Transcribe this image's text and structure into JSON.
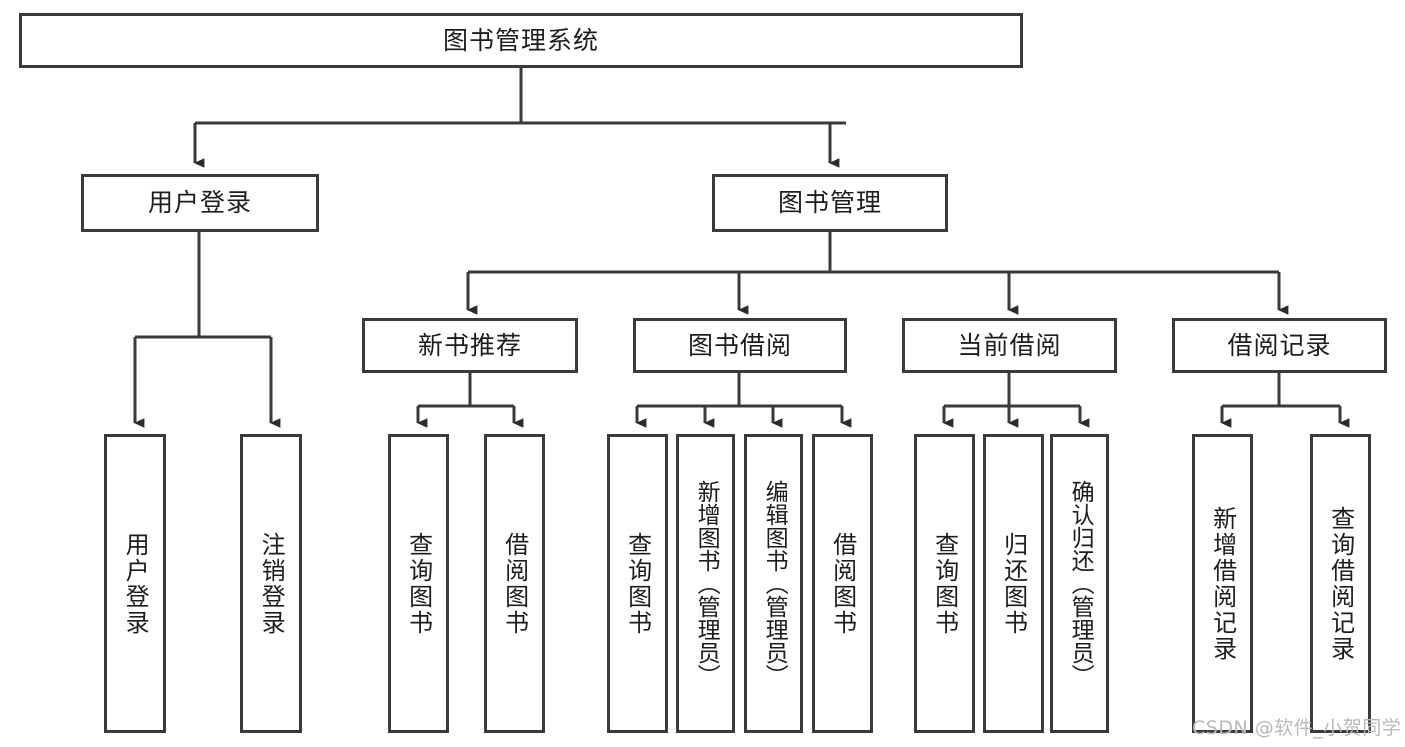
{
  "diagram": {
    "title_node": {
      "label": "图书管理系统"
    },
    "level2": [
      {
        "id": "user-login",
        "label": "用户登录"
      },
      {
        "id": "book-management",
        "label": "图书管理"
      }
    ],
    "level3": [
      {
        "id": "new-book-recommend",
        "label": "新书推荐"
      },
      {
        "id": "book-borrow",
        "label": "图书借阅"
      },
      {
        "id": "current-borrow",
        "label": "当前借阅"
      },
      {
        "id": "borrow-record",
        "label": "借阅记录"
      }
    ],
    "leaves": {
      "user_login": [
        {
          "id": "leaf-user-login",
          "label": "用户登录"
        },
        {
          "id": "leaf-logout-login",
          "label": "注销登录"
        }
      ],
      "new_book_recommend": [
        {
          "id": "leaf-query-book-1",
          "label": "查询图书"
        },
        {
          "id": "leaf-borrow-book-1",
          "label": "借阅图书"
        }
      ],
      "book_borrow": [
        {
          "id": "leaf-query-book-2",
          "label": "查询图书"
        },
        {
          "id": "leaf-add-book",
          "label": "新增图书（管理员）"
        },
        {
          "id": "leaf-edit-book",
          "label": "编辑图书（管理员）"
        },
        {
          "id": "leaf-borrow-book-2",
          "label": "借阅图书"
        }
      ],
      "current_borrow": [
        {
          "id": "leaf-query-book-3",
          "label": "查询图书"
        },
        {
          "id": "leaf-return-book",
          "label": "归还图书"
        },
        {
          "id": "leaf-confirm-return",
          "label": "确认归还（管理员）"
        }
      ],
      "borrow_record": [
        {
          "id": "leaf-add-borrow-record",
          "label": "新增借阅记录"
        },
        {
          "id": "leaf-query-borrow-record",
          "label": "查询借阅记录"
        }
      ]
    },
    "watermark": {
      "text": "CSDN @软件_小贺同学"
    },
    "colors": {
      "stroke": "#3a3a3a",
      "fill": "#ffffff",
      "text": "#1d1d1d",
      "watermark": "#b9b9b9"
    }
  }
}
